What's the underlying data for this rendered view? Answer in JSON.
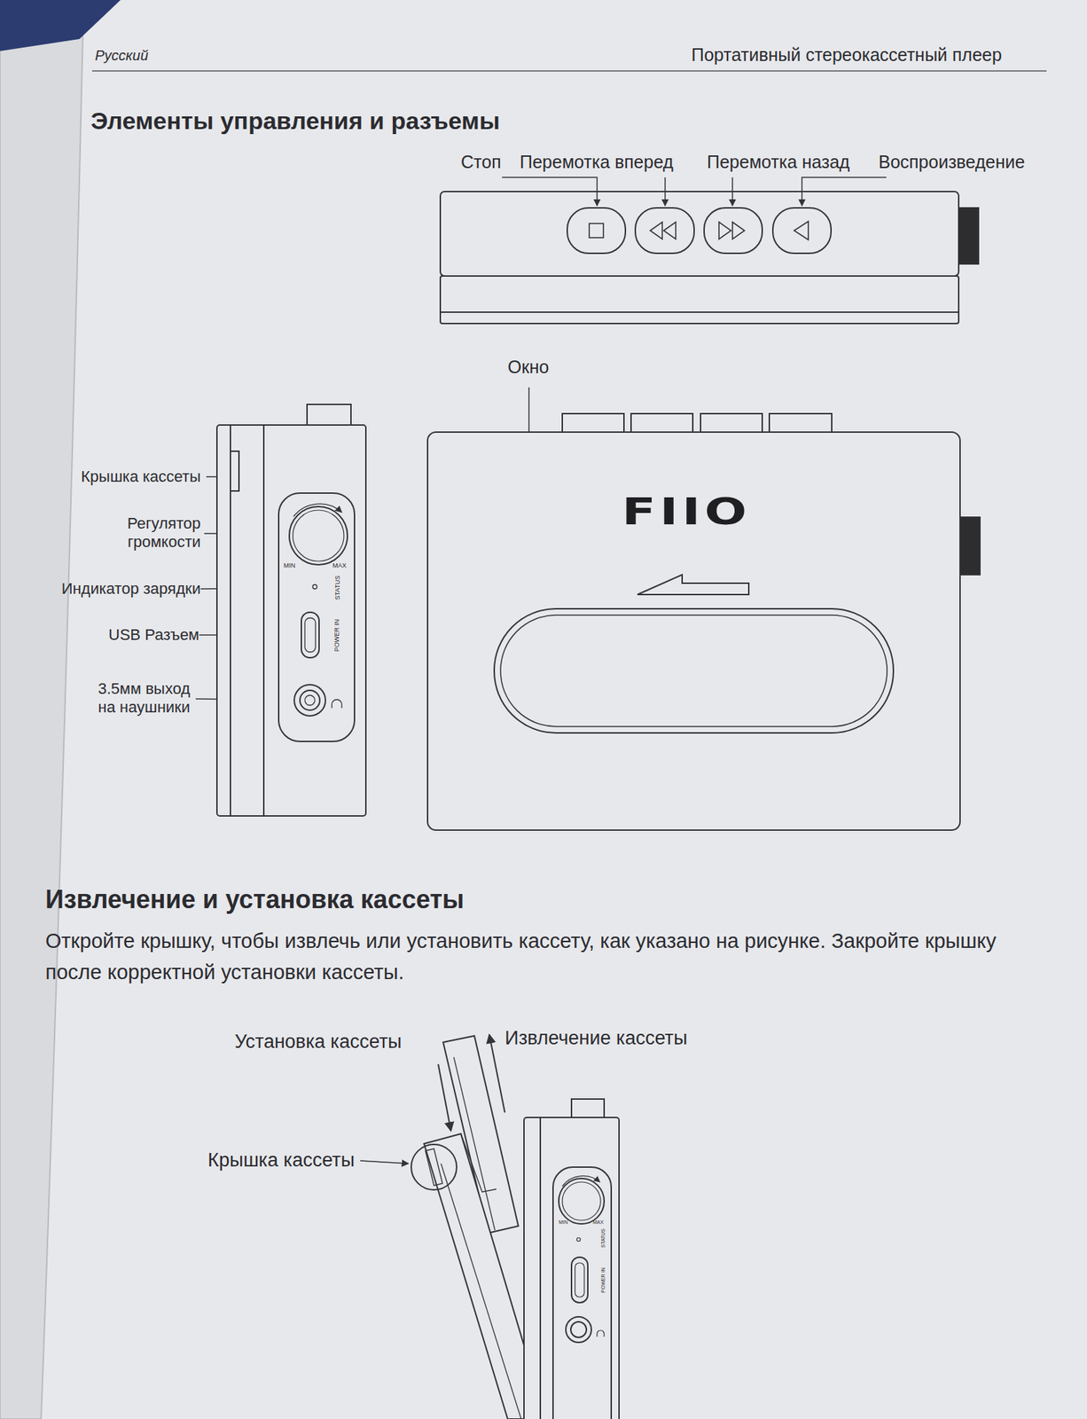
{
  "diagram": {
    "title": "Элементы управления и разъемы",
    "labels": [
      "Русский",
      "Портативный стереокассетный плеер",
      "Стоп",
      "Перемотка вперед",
      "Перемотка назад",
      "Воспроизведение",
      "Окно",
      "FIIO",
      "Крышка кассеты",
      "Регулятор громкости",
      "MIN",
      "MAX",
      "Индикатор зарядки",
      "STATUS",
      "USB Разъем",
      "POWER IN",
      "3.5мм выход на наушники",
      "Извлечение и установка кассеты",
      "Откройте крышку, чтобы извлечь или установить кассету, как указано на рисунке. Закройте крышку после корректной установки кассеты.",
      "Установка кассеты",
      "Извлечение кассеты",
      "Крышка кассеты",
      "MIN",
      "MAX",
      "STATUS",
      "POWER IN"
    ]
  }
}
